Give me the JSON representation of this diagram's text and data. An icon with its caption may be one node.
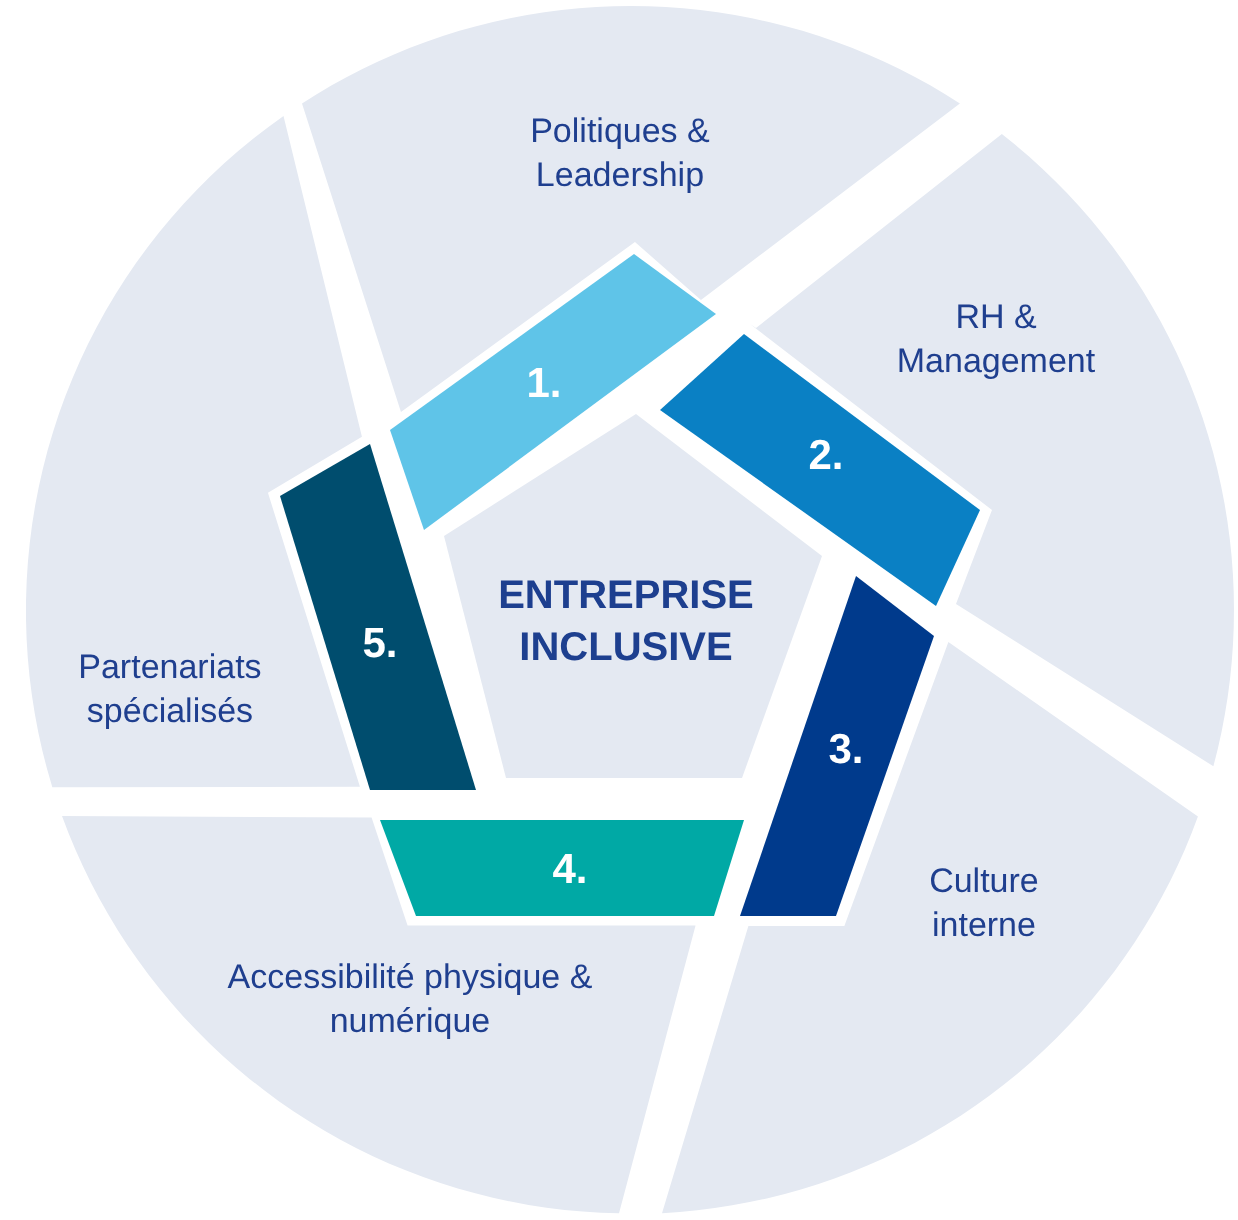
{
  "diagram": {
    "nodes": [
      {
        "text": [
          "Politiques & Leadership"
        ]
      },
      {
        "text": [
          "RH & Management"
        ]
      },
      {
        "text": [
          "1."
        ]
      },
      {
        "text": [
          "2."
        ]
      },
      {
        "text": [
          "5."
        ]
      },
      {
        "text": [
          "ENTREPRISE INCLUSIVE"
        ]
      },
      {
        "text": [
          "3."
        ]
      },
      {
        "text": [
          "Partenariats spécialisés"
        ]
      },
      {
        "text": [
          "4."
        ]
      },
      {
        "text": [
          "Culture interne"
        ]
      },
      {
        "text": [
          "Accessibilité physique & numérique"
        ]
      }
    ]
  }
}
